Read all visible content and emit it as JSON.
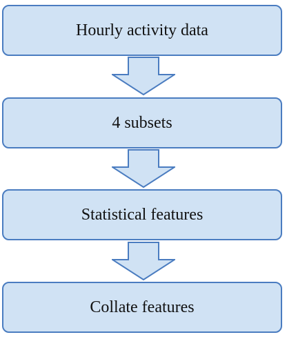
{
  "flowchart": {
    "steps": [
      {
        "label": "Hourly activity data"
      },
      {
        "label": "4 subsets"
      },
      {
        "label": "Statistical features"
      },
      {
        "label": "Collate features"
      }
    ],
    "colors": {
      "box_fill": "#d0e2f4",
      "box_border": "#4a7cc0",
      "arrow_fill": "#d0e2f4",
      "arrow_border": "#4a7cc0",
      "text": "#111111"
    }
  }
}
